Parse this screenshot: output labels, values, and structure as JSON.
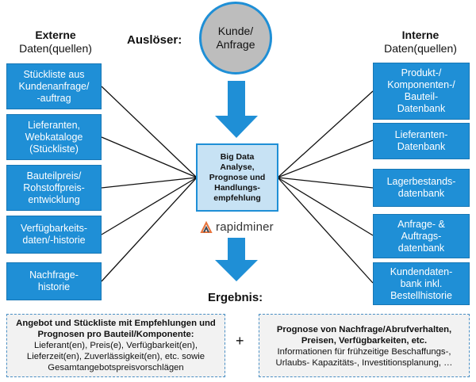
{
  "left_header": {
    "title": "Externe",
    "subtitle": "Daten(quellen)"
  },
  "right_header": {
    "title": "Interne",
    "subtitle": "Daten(quellen)"
  },
  "trigger_label": "Auslöser:",
  "trigger_node": "Kunde/\nAnfrage",
  "center_node": "Big Data\nAnalyse,\nPrognose und\nHandlungs-\nempfehlung",
  "logo_text": "rapidminer",
  "result_label": "Ergebnis:",
  "external_sources": [
    "Stückliste aus\nKundenanfrage/\n-auftrag",
    "Lieferanten,\nWebkataloge\n(Stückliste)",
    "Bauteilpreis/\nRohstoffpreis-\nentwicklung",
    "Verfügbarkeits-\ndaten/-historie",
    "Nachfrage-\nhistorie"
  ],
  "internal_sources": [
    "Produkt-/\nKomponenten-/\nBauteil-\nDatenbank",
    "Lieferanten-\nDatenbank",
    "Lagerbestands-\ndatenbank",
    "Anfrage- &\nAuftrags-\ndatenbank",
    "Kundendaten-\nbank inkl.\nBestellhistorie"
  ],
  "plus_sign": "+",
  "result_left": {
    "title": "Angebot und Stückliste mit Empfehlungen und\nPrognosen pro Bauteil/Komponente:",
    "detail": "Lieferant(en), Preis(e), Verfügbarkeit(en),\nLieferzeit(en), Zuverlässigkeit(en), etc. sowie\nGesamtangebotspreisvorschlägen"
  },
  "result_right": {
    "title": "Prognose von Nachfrage/Abrufverhalten,\nPreisen, Verfügbarkeiten, etc.",
    "detail": "Informationen für frühzeitige Beschaffungs-,\nUrlaubs- Kapazitäts-, Investitionsplanung, …"
  },
  "colors": {
    "box": "#1f8fd6",
    "center": "#c7e2f4",
    "arrow": "#1f8fd6",
    "circle": "#bdbdbd"
  }
}
